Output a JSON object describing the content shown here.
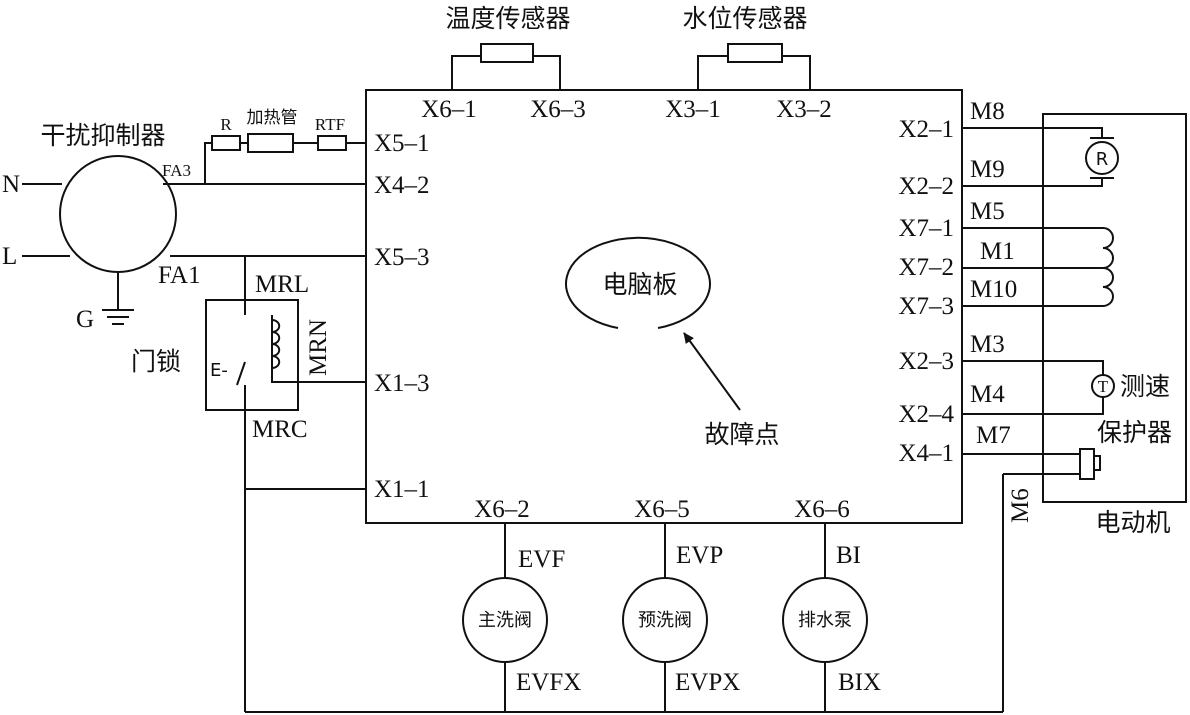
{
  "board": {
    "label": "电脑板",
    "fault_label": "故障点",
    "ports": {
      "x6_1": "X6–1",
      "x6_3": "X6–3",
      "x3_1": "X3–1",
      "x3_2": "X3–2",
      "x5_1": "X5–1",
      "x4_2": "X4–2",
      "x5_3": "X5–3",
      "x1_3": "X1–3",
      "x1_1": "X1–1",
      "x2_1": "X2–1",
      "x2_2": "X2–2",
      "x7_1": "X7–1",
      "x7_2": "X7–2",
      "x7_3": "X7–3",
      "x2_3": "X2–3",
      "x2_4": "X2–4",
      "x4_1": "X4–1",
      "x6_2": "X6–2",
      "x6_5": "X6–5",
      "x6_6": "X6–6"
    }
  },
  "sensors": {
    "temp": "温度传感器",
    "water": "水位传感器"
  },
  "heater": {
    "r": "R",
    "tube": "加热管",
    "rtf": "RTF"
  },
  "filter": {
    "title": "干扰抑制器",
    "n": "N",
    "l": "L",
    "g": "G",
    "fa3": "FA3",
    "fa1": "FA1"
  },
  "door_lock": {
    "label": "门锁",
    "mrl": "MRL",
    "mrn": "MRN",
    "mrc": "MRC",
    "switch": "E-"
  },
  "motor": {
    "label": "电动机",
    "rotor": "R",
    "tacho_symbol": "T",
    "tacho": "测速",
    "protector": "保护器",
    "m8": "M8",
    "m9": "M9",
    "m5": "M5",
    "m1": "M1",
    "m10": "M10",
    "m3": "M3",
    "m4": "M4",
    "m7": "M7",
    "m6": "M6"
  },
  "valves": [
    {
      "name": "主洗阀",
      "top": "EVF",
      "bottom": "EVFX"
    },
    {
      "name": "预洗阀",
      "top": "EVP",
      "bottom": "EVPX"
    },
    {
      "name": "排水泵",
      "top": "BI",
      "bottom": "BIX"
    }
  ]
}
